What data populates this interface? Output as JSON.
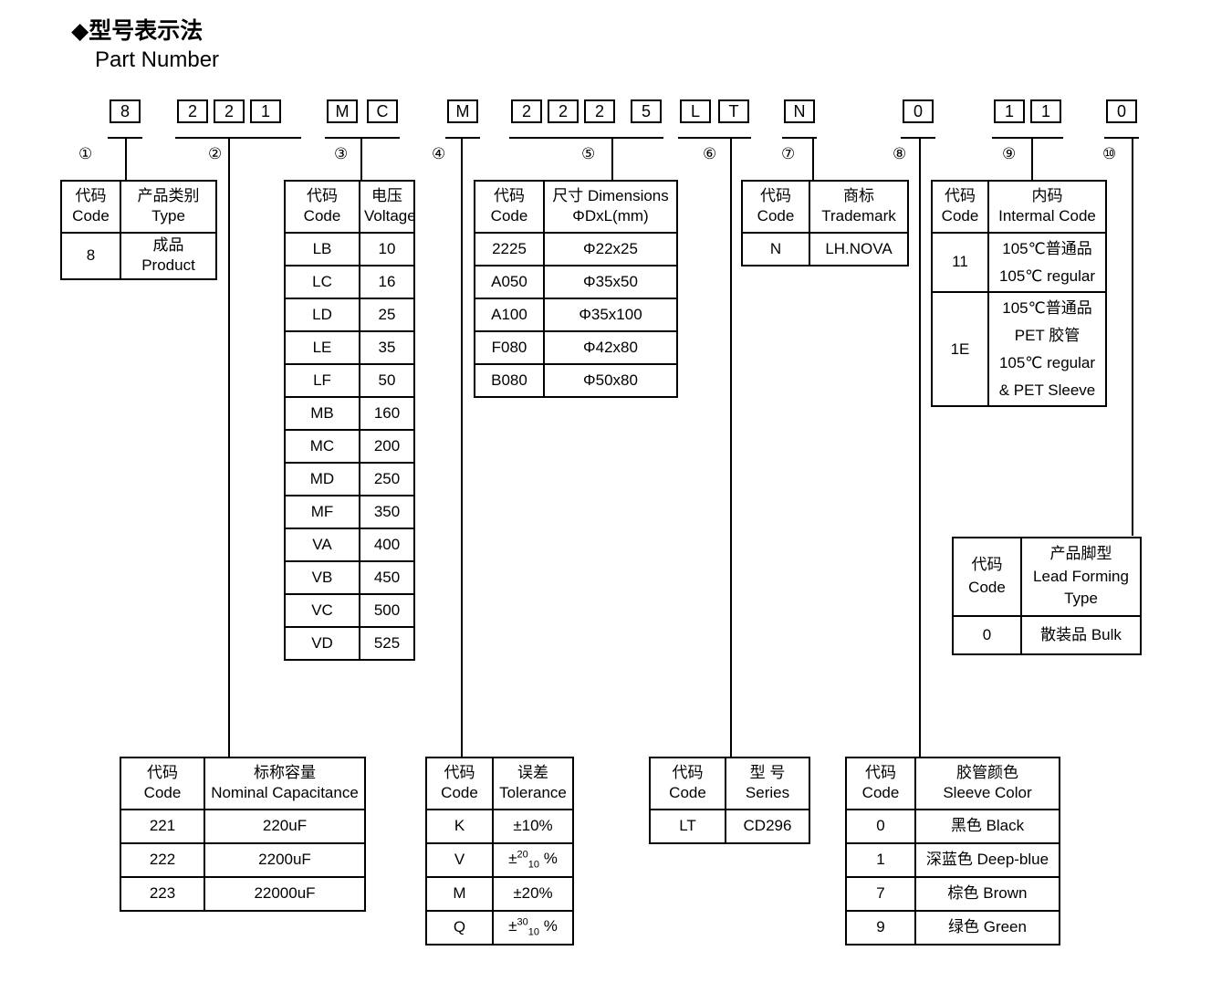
{
  "heading": {
    "cn": "◆型号表示法",
    "en": "Part Number"
  },
  "part_number": {
    "groups": [
      {
        "marker": "①",
        "codes": [
          "8"
        ]
      },
      {
        "marker": "②",
        "codes": [
          "2",
          "2",
          "1"
        ]
      },
      {
        "marker": "③",
        "codes": [
          "M",
          "C"
        ]
      },
      {
        "marker": "④",
        "codes": [
          "M"
        ]
      },
      {
        "marker": "⑤",
        "codes": [
          "2",
          "2",
          "2",
          "5"
        ]
      },
      {
        "marker": "⑥",
        "codes": [
          "L",
          "T"
        ]
      },
      {
        "marker": "⑦",
        "codes": [
          "N"
        ]
      },
      {
        "marker": "⑧",
        "codes": [
          "0"
        ]
      },
      {
        "marker": "⑨",
        "codes": [
          "1",
          "1"
        ]
      },
      {
        "marker": "⑩",
        "codes": [
          "0"
        ]
      }
    ]
  },
  "tables": {
    "type": {
      "header": {
        "code_cn": "代码",
        "code_en": "Code",
        "val_cn": "产品类别",
        "val_en": "Type"
      },
      "rows": [
        {
          "code": "8",
          "value": "成品 Product"
        }
      ]
    },
    "voltage": {
      "header": {
        "code_cn": "代码",
        "code_en": "Code",
        "val_cn": "电压",
        "val_en": "Voltage"
      },
      "rows": [
        {
          "code": "LB",
          "value": "10"
        },
        {
          "code": "LC",
          "value": "16"
        },
        {
          "code": "LD",
          "value": "25"
        },
        {
          "code": "LE",
          "value": "35"
        },
        {
          "code": "LF",
          "value": "50"
        },
        {
          "code": "MB",
          "value": "160"
        },
        {
          "code": "MC",
          "value": "200"
        },
        {
          "code": "MD",
          "value": "250"
        },
        {
          "code": "MF",
          "value": "350"
        },
        {
          "code": "VA",
          "value": "400"
        },
        {
          "code": "VB",
          "value": "450"
        },
        {
          "code": "VC",
          "value": "500"
        },
        {
          "code": "VD",
          "value": "525"
        }
      ]
    },
    "dimensions": {
      "header": {
        "code_cn": "代码",
        "code_en": "Code",
        "val_cn": "尺寸 Dimensions",
        "val_en": "ΦDxL(mm)"
      },
      "rows": [
        {
          "code": "2225",
          "value": "Φ22x25"
        },
        {
          "code": "A050",
          "value": "Φ35x50"
        },
        {
          "code": "A100",
          "value": "Φ35x100"
        },
        {
          "code": "F080",
          "value": "Φ42x80"
        },
        {
          "code": "B080",
          "value": "Φ50x80"
        }
      ]
    },
    "trademark": {
      "header": {
        "code_cn": "代码",
        "code_en": "Code",
        "val_cn": "商标",
        "val_en": "Trademark"
      },
      "rows": [
        {
          "code": "N",
          "value": "LH.NOVA"
        }
      ]
    },
    "internal_code": {
      "header": {
        "code_cn": "代码",
        "code_en": "Code",
        "val_cn": "内码",
        "val_en": "Intermal Code"
      },
      "rows": [
        {
          "code": "11",
          "lines": [
            "105℃普通品",
            "105℃  regular"
          ]
        },
        {
          "code": "1E",
          "lines": [
            "105℃普通品",
            "PET 胶管",
            "105℃  regular",
            "& PET Sleeve"
          ]
        }
      ]
    },
    "lead_forming": {
      "header": {
        "code_cn": "代码",
        "code_en": "Code",
        "val_cn": "产品脚型",
        "val_en": "Lead Forming",
        "val_en2": "Type"
      },
      "rows": [
        {
          "code": "0",
          "value": "散装品 Bulk"
        }
      ]
    },
    "capacitance": {
      "header": {
        "code_cn": "代码",
        "code_en": "Code",
        "val_cn": "标称容量",
        "val_en": "Nominal Capacitance"
      },
      "rows": [
        {
          "code": "221",
          "value": "220uF"
        },
        {
          "code": "222",
          "value": "2200uF"
        },
        {
          "code": "223",
          "value": "22000uF"
        }
      ]
    },
    "tolerance": {
      "header": {
        "code_cn": "代码",
        "code_en": "Code",
        "val_cn": "误差",
        "val_en": "Tolerance"
      },
      "rows": [
        {
          "code": "K",
          "value": "±10%",
          "sup": "",
          "sub": ""
        },
        {
          "code": "V",
          "value": "",
          "sup": "20",
          "sub": "10"
        },
        {
          "code": "M",
          "value": "±20%",
          "sup": "",
          "sub": ""
        },
        {
          "code": "Q",
          "value": "",
          "sup": "30",
          "sub": "10"
        }
      ]
    },
    "series": {
      "header": {
        "code_cn": "代码",
        "code_en": "Code",
        "val_cn": "型 号",
        "val_en": "Series"
      },
      "rows": [
        {
          "code": "LT",
          "value": "CD296"
        }
      ]
    },
    "sleeve_color": {
      "header": {
        "code_cn": "代码",
        "code_en": "Code",
        "val_cn": "胶管颜色",
        "val_en": "Sleeve Color"
      },
      "rows": [
        {
          "code": "0",
          "value": "黑色 Black"
        },
        {
          "code": "1",
          "value": "深蓝色 Deep-blue"
        },
        {
          "code": "7",
          "value": "棕色 Brown"
        },
        {
          "code": "9",
          "value": "绿色 Green"
        }
      ]
    }
  }
}
